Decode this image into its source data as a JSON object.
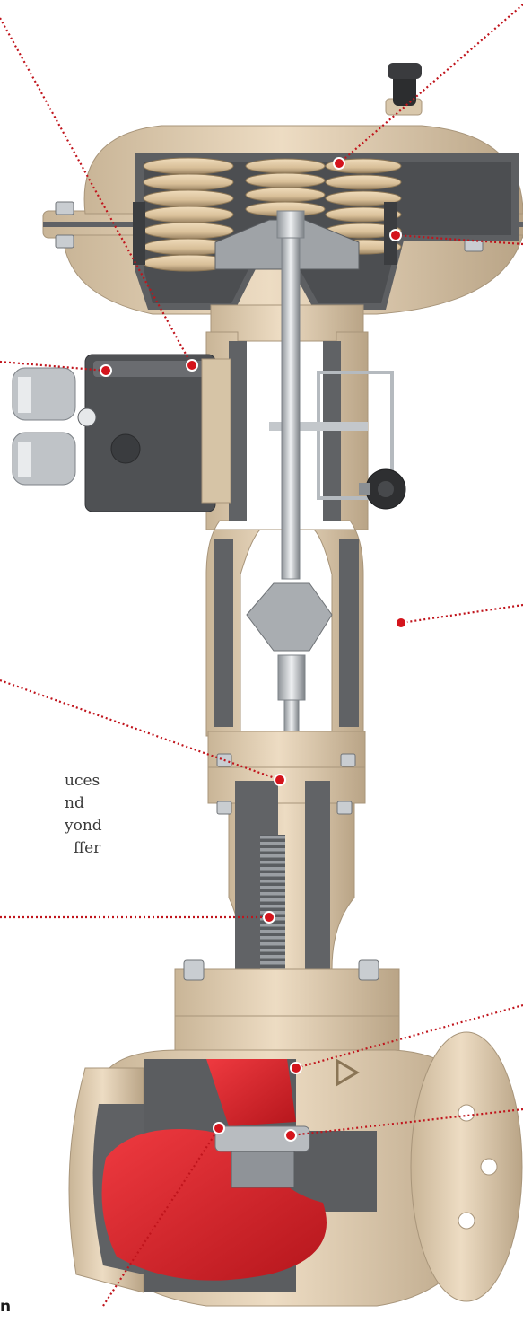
{
  "diagram": {
    "colors": {
      "body": "#e9d6bc",
      "body_dark": "#c7b294",
      "body_shadow": "#a8957a",
      "cut": "#6b6b6b",
      "cut_dark": "#4a4a4a",
      "spring": "#dcc39c",
      "spring_dark": "#9b8463",
      "steel": "#d6d8da",
      "steel_dark": "#8a8f94",
      "positioner": "#4f5154",
      "positioner_light": "#6a6c70",
      "fluid": "#e0272e",
      "fluid_dark": "#a5141a",
      "leader": "#c0141c"
    },
    "text_fragments": [
      "uces",
      "nd",
      "yond",
      "ffer"
    ],
    "bottom_label": "n",
    "icons": [
      "vent-knob-icon",
      "gauge-icon",
      "adjust-knob-icon",
      "flow-arrow-icon"
    ]
  }
}
